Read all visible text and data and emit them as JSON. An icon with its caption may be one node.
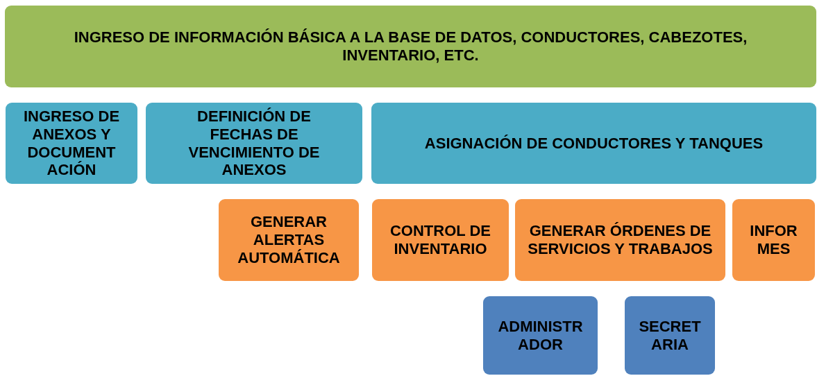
{
  "diagram": {
    "nodes": [
      {
        "text": [
          "INGRESO DE INFORMACIÓN BÁSICA A LA BASE DE DATOS, CONDUCTORES, CABEZOTES, INVENTARIO, ETC."
        ]
      },
      {
        "text": [
          "INGRESO DE ANEXOS Y DOCUMENT ACIÓN"
        ]
      },
      {
        "text": [
          "DEFINICIÓN DE FECHAS DE VENCIMIENTO DE ANEXOS"
        ]
      },
      {
        "text": [
          "ASIGNACIÓN DE CONDUCTORES Y TANQUES"
        ]
      },
      {
        "text": [
          "GENERAR ALERTAS AUTOMÁTICA"
        ]
      },
      {
        "text": [
          "CONTROL DE INVENTARIO"
        ]
      },
      {
        "text": [
          "GENERAR ÓRDENES DE SERVICIOS Y TRABAJOS"
        ]
      },
      {
        "text": [
          "INFOR MES"
        ]
      },
      {
        "text": [
          "ADMINISTR ADOR"
        ]
      },
      {
        "text": [
          "SECRET ARIA"
        ]
      }
    ]
  }
}
